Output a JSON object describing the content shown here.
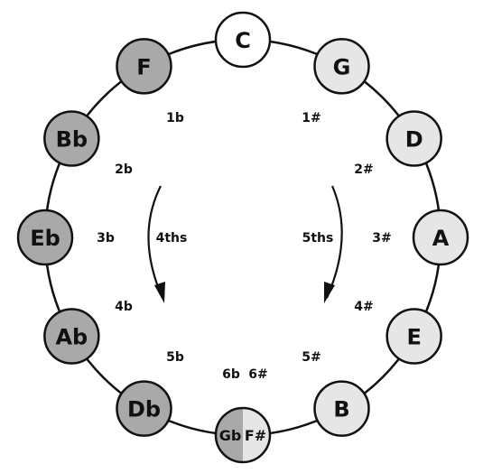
{
  "notes": [
    {
      "label": "C",
      "tone": "white"
    },
    {
      "label": "G",
      "tone": "light"
    },
    {
      "label": "D",
      "tone": "light"
    },
    {
      "label": "A",
      "tone": "light"
    },
    {
      "label": "E",
      "tone": "light"
    },
    {
      "label": "B",
      "tone": "light"
    },
    {
      "label": "Gb",
      "label2": "F#",
      "tone": "split"
    },
    {
      "label": "Db",
      "tone": "dark"
    },
    {
      "label": "Ab",
      "tone": "dark"
    },
    {
      "label": "Eb",
      "tone": "dark"
    },
    {
      "label": "Bb",
      "tone": "dark"
    },
    {
      "label": "F",
      "tone": "dark"
    }
  ],
  "sharps": [
    "1#",
    "2#",
    "3#",
    "4#",
    "5#",
    "6#"
  ],
  "flats": [
    "1b",
    "2b",
    "3b",
    "4b",
    "5b",
    "6b"
  ],
  "directions": {
    "left": "4ths",
    "right": "5ths"
  },
  "colors": {
    "white": "#ffffff",
    "light": "#e6e6e6",
    "dark": "#a9a9a9",
    "stroke": "#111111"
  }
}
